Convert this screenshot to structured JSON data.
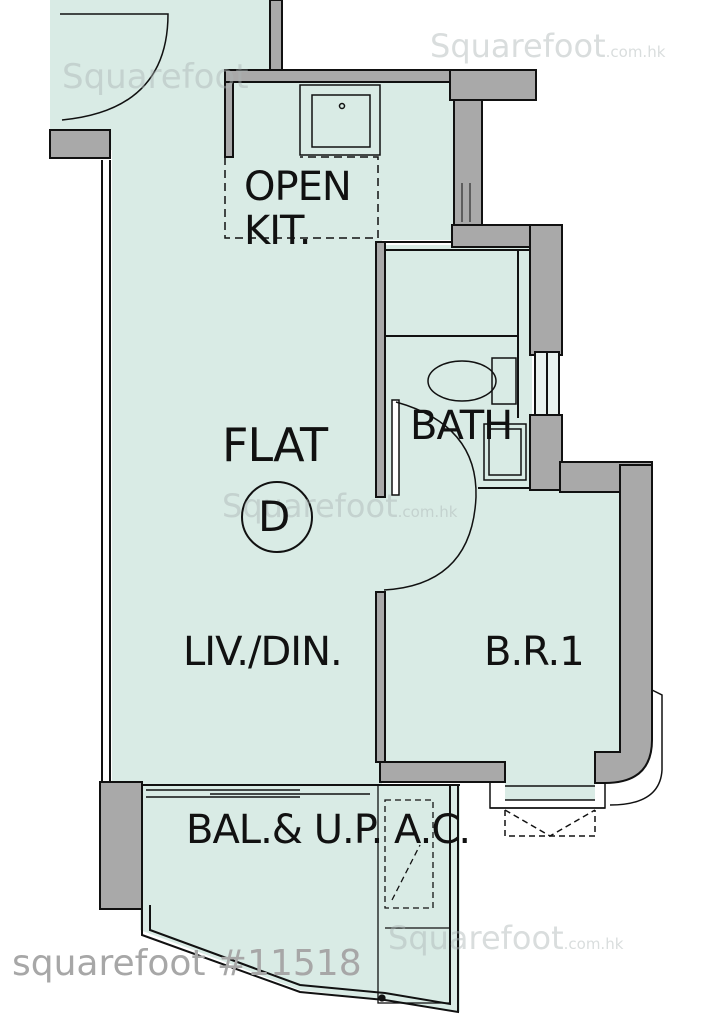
{
  "rooms": {
    "kitchen": "OPEN KIT.",
    "kitchen_line1": "OPEN",
    "kitchen_line2": "KIT.",
    "flat": "FLAT",
    "flat_letter": "D",
    "living": "LIV./DIN.",
    "bath": "BATH",
    "bedroom": "B.R.1",
    "balcony": "BAL.& U.P. A.C."
  },
  "watermarks": {
    "brand": "Squarefoot",
    "domain": ".com.hk"
  },
  "reference": "squarefoot #11518",
  "colors": {
    "floor": "#d9ebe5",
    "wall": "#a9a9a9",
    "line": "#111111"
  }
}
